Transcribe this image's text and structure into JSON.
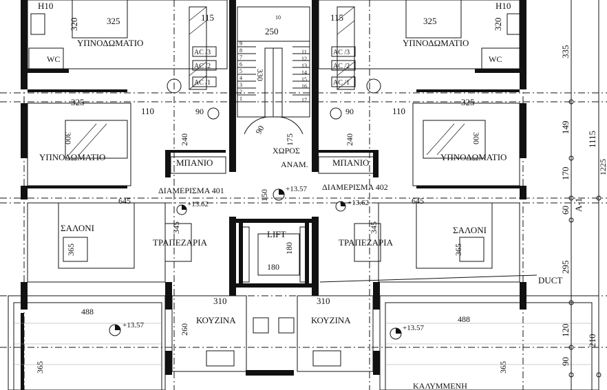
{
  "rooms": {
    "bedroom": "ΥΠΝΟΔΩΜΑΤΙΟ",
    "bathroom": "ΜΠΑΝΙΟ",
    "living": "ΣΑΛΟΝΙ",
    "dining": "ΤΡΑΠΕΖΑΡΙΑ",
    "kitchen": "ΚΟΥΖΙΝΑ",
    "lobby_line1": "ΧΩΡΟΣ",
    "lobby_line2": "ΑΝΑΜ.",
    "wc": "WC",
    "lift": "LIFT",
    "duct": "DUCT",
    "covered": "ΚΑΛΥΜΜΕΝΗ",
    "apt_401": "ΔΙΑΜΕΡΙΣΜΑ 401",
    "apt_402": "ΔΙΑΜΕΡΙΣΜΑ 402"
  },
  "ac_units": [
    "AC /3",
    "AC /2",
    "AC /1"
  ],
  "levels": {
    "main": "+13.57",
    "apartment": "+13.62"
  },
  "stair_steps": [
    "9",
    "8",
    "7",
    "6",
    "5",
    "4",
    "3",
    "2",
    "1",
    "10",
    "11",
    "12",
    "13",
    "14",
    "15",
    "16",
    "17"
  ],
  "dims": {
    "top_h10": "H10",
    "d320": "320",
    "d325": "325",
    "d115": "115",
    "d250": "250",
    "d330": "330",
    "d110": "110",
    "d90": "90",
    "d240": "240",
    "d300": "300",
    "d175": "175",
    "d150": "150",
    "d645": "645",
    "d345": "345",
    "d365": "365",
    "d180": "180",
    "d310": "310",
    "d260": "260",
    "d488": "488",
    "r335": "335",
    "r149": "149",
    "r170": "170",
    "r60": "60",
    "r295": "295",
    "r120": "120",
    "r90": "90",
    "r1115": "1115",
    "r210": "210",
    "r1225": "1225",
    "section": "A-1"
  }
}
